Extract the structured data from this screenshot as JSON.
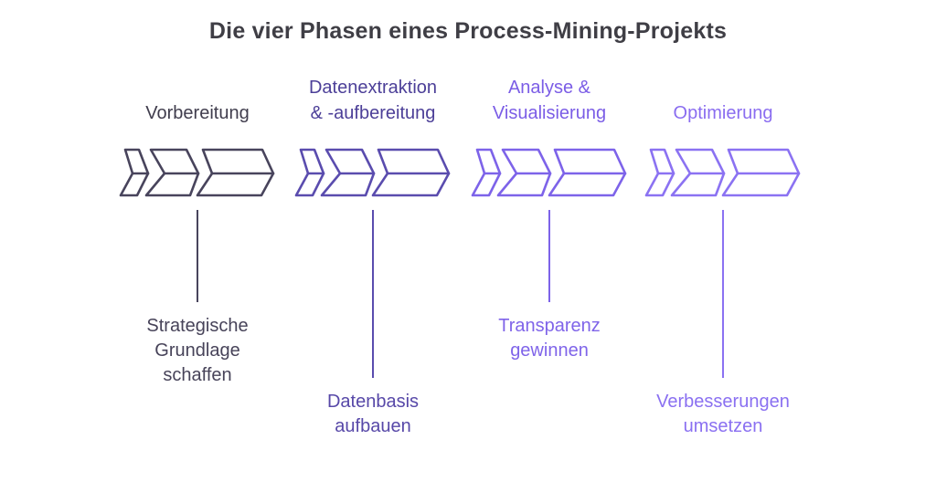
{
  "title": "Die vier Phasen eines Process-Mining-Projekts",
  "title_color": "#3f3e45",
  "background_color": "#ffffff",
  "phases": [
    {
      "name": "Vorbereitung",
      "label_lines": [
        "Vorbereitung"
      ],
      "description_lines": [
        "Strategische",
        "Grundlage",
        "schaffen"
      ],
      "icon": "triple-chevron-arrow-right",
      "color": "#48445c",
      "label_color": "#403d4d",
      "description_color": "#474359"
    },
    {
      "name": "Datenextraktion & -aufbereitung",
      "label_lines": [
        "Datenextraktion",
        "& -aufbereitung"
      ],
      "description_lines": [
        "Datenbasis",
        "aufbauen"
      ],
      "icon": "triple-chevron-arrow-right",
      "color": "#5a4cae",
      "label_color": "#4c3f98",
      "description_color": "#5748a8"
    },
    {
      "name": "Analyse & Visualisierung",
      "label_lines": [
        "Analyse &",
        "Visualisierung"
      ],
      "description_lines": [
        "Transparenz",
        "gewinnen"
      ],
      "icon": "triple-chevron-arrow-right",
      "color": "#7d63e9",
      "label_color": "#7b5de6",
      "description_color": "#7f64e9"
    },
    {
      "name": "Optimierung",
      "label_lines": [
        "Optimierung"
      ],
      "description_lines": [
        "Verbesserungen",
        "umsetzen"
      ],
      "icon": "triple-chevron-arrow-right",
      "color": "#8b72f2",
      "label_color": "#8a6df0",
      "description_color": "#8a70f1"
    }
  ]
}
